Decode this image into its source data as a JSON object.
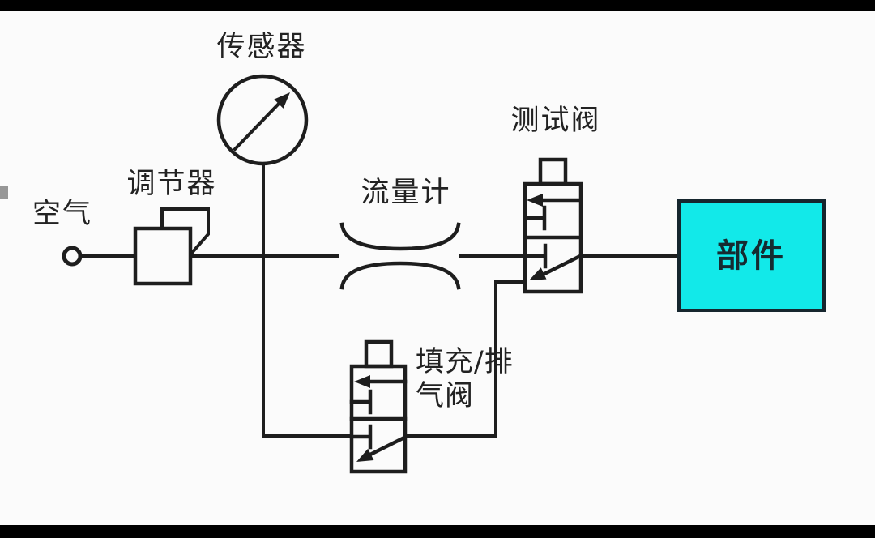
{
  "diagram": {
    "type": "pneumatic-test-circuit",
    "labels": {
      "air": "空气",
      "regulator": "调节器",
      "sensor": "传感器",
      "flow_meter": "流量计",
      "test_valve": "测试阀",
      "fill_exhaust_line1": "填充/排",
      "fill_exhaust_line2": "气阀",
      "component": "部件"
    },
    "colors": {
      "line": "#1e1e1e",
      "text": "#222222",
      "component_fill": "#12e9e9",
      "component_border": "#16262e",
      "background": "#fbfbfb",
      "letterbox_bar": "#000000"
    }
  }
}
